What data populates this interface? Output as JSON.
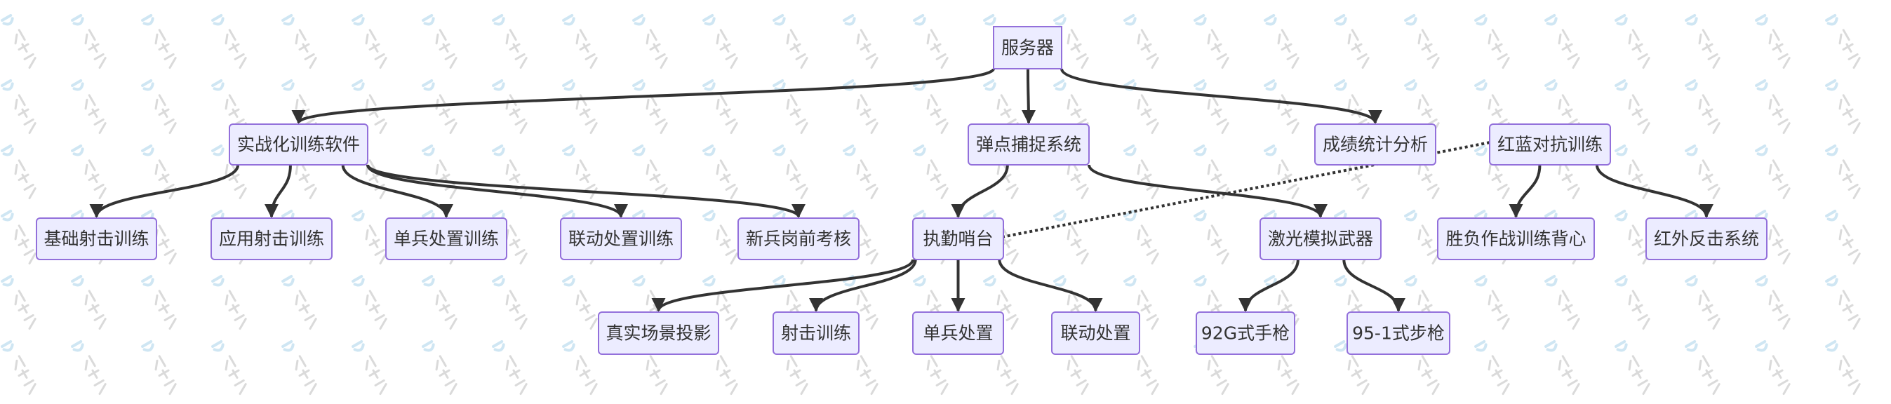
{
  "watermark": {
    "text": "东方和",
    "logo": "ID"
  },
  "colors": {
    "node_fill": "#ececff",
    "node_stroke": "#9370db",
    "edge": "#333333"
  },
  "nodes": [
    {
      "id": "server",
      "label": "服务器"
    },
    {
      "id": "combat_sw",
      "label": "实战化训练软件"
    },
    {
      "id": "impact",
      "label": "弹点捕捉系统"
    },
    {
      "id": "stats",
      "label": "成绩统计分析"
    },
    {
      "id": "redblue",
      "label": "红蓝对抗训练"
    },
    {
      "id": "basic_shoot",
      "label": "基础射击训练"
    },
    {
      "id": "applied_shoot",
      "label": "应用射击训练"
    },
    {
      "id": "single_train",
      "label": "单兵处置训练"
    },
    {
      "id": "joint_train",
      "label": "联动处置训练"
    },
    {
      "id": "recruit",
      "label": "新兵岗前考核"
    },
    {
      "id": "post",
      "label": "执勤哨台"
    },
    {
      "id": "laser",
      "label": "激光模拟武器"
    },
    {
      "id": "vest",
      "label": "胜负作战训练背心"
    },
    {
      "id": "ir",
      "label": "红外反击系统"
    },
    {
      "id": "projection",
      "label": "真实场景投影"
    },
    {
      "id": "shoot",
      "label": "射击训练"
    },
    {
      "id": "single",
      "label": "单兵处置"
    },
    {
      "id": "joint",
      "label": "联动处置"
    },
    {
      "id": "pistol",
      "label": "92G式手枪"
    },
    {
      "id": "rifle",
      "label": "95-1式步枪"
    }
  ],
  "edges": [
    {
      "from": "server",
      "to": "combat_sw",
      "style": "arrow"
    },
    {
      "from": "server",
      "to": "impact",
      "style": "arrow"
    },
    {
      "from": "server",
      "to": "stats",
      "style": "arrow"
    },
    {
      "from": "combat_sw",
      "to": "basic_shoot",
      "style": "arrow"
    },
    {
      "from": "combat_sw",
      "to": "applied_shoot",
      "style": "arrow"
    },
    {
      "from": "combat_sw",
      "to": "single_train",
      "style": "arrow"
    },
    {
      "from": "combat_sw",
      "to": "joint_train",
      "style": "arrow"
    },
    {
      "from": "combat_sw",
      "to": "recruit",
      "style": "arrow"
    },
    {
      "from": "impact",
      "to": "post",
      "style": "arrow"
    },
    {
      "from": "impact",
      "to": "laser",
      "style": "arrow"
    },
    {
      "from": "post",
      "to": "projection",
      "style": "arrow"
    },
    {
      "from": "post",
      "to": "shoot",
      "style": "arrow"
    },
    {
      "from": "post",
      "to": "single",
      "style": "arrow"
    },
    {
      "from": "post",
      "to": "joint",
      "style": "arrow"
    },
    {
      "from": "laser",
      "to": "pistol",
      "style": "arrow"
    },
    {
      "from": "laser",
      "to": "rifle",
      "style": "arrow"
    },
    {
      "from": "redblue",
      "to": "vest",
      "style": "arrow"
    },
    {
      "from": "redblue",
      "to": "ir",
      "style": "arrow"
    },
    {
      "from": "redblue",
      "to": "post",
      "style": "dotted"
    }
  ]
}
